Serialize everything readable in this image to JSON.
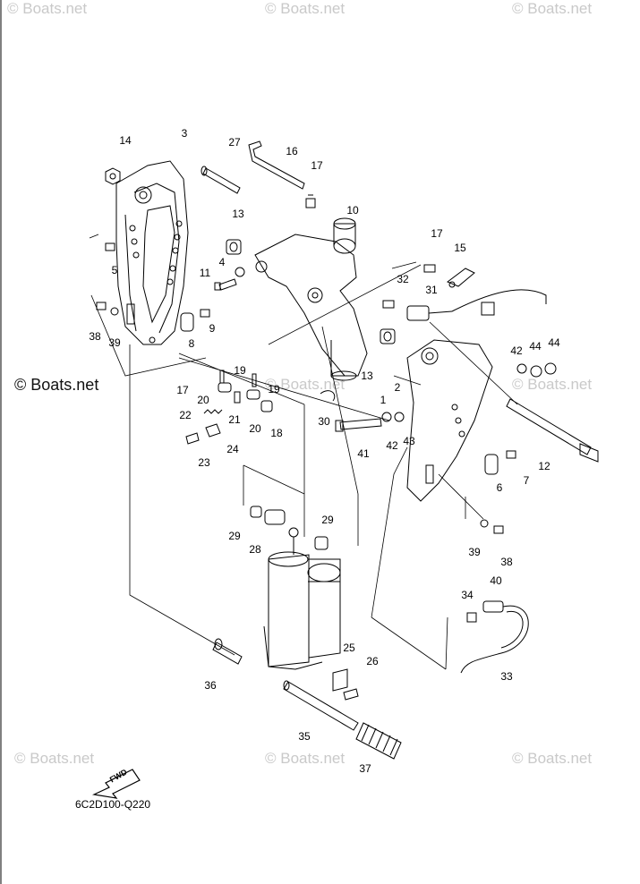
{
  "watermarks": {
    "faint": "© Boats.net",
    "strong": "© Boats.net"
  },
  "diagram_code": "6C2D100-Q220",
  "fwd_label": "FWD",
  "callouts": [
    "14",
    "3",
    "27",
    "16",
    "17",
    "13",
    "10",
    "17",
    "15",
    "5",
    "4",
    "11",
    "32",
    "31",
    "38",
    "39",
    "8",
    "9",
    "13",
    "42",
    "44",
    "44",
    "17",
    "19",
    "20",
    "19",
    "2",
    "1",
    "22",
    "21",
    "20",
    "18",
    "30",
    "41",
    "42",
    "43",
    "12",
    "23",
    "24",
    "6",
    "7",
    "29",
    "29",
    "28",
    "39",
    "38",
    "34",
    "40",
    "25",
    "26",
    "36",
    "33",
    "35",
    "37"
  ]
}
